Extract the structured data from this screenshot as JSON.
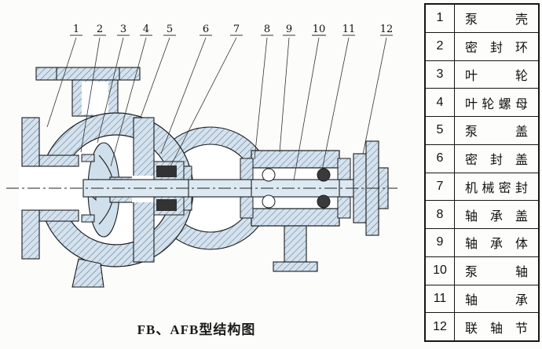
{
  "diagram": {
    "caption": "FB、AFB型结构图",
    "callout_numbers": [
      "1",
      "2",
      "3",
      "4",
      "5",
      "6",
      "7",
      "8",
      "9",
      "10",
      "11",
      "12"
    ]
  },
  "parts_table": {
    "rows": [
      {
        "num": "1",
        "name": "泵壳"
      },
      {
        "num": "2",
        "name": "密封环"
      },
      {
        "num": "3",
        "name": "叶轮"
      },
      {
        "num": "4",
        "name": "叶轮螺母"
      },
      {
        "num": "5",
        "name": "泵盖"
      },
      {
        "num": "6",
        "name": "密封盖"
      },
      {
        "num": "7",
        "name": "机械密封"
      },
      {
        "num": "8",
        "name": "轴承盖"
      },
      {
        "num": "9",
        "name": "轴承体"
      },
      {
        "num": "10",
        "name": "泵轴"
      },
      {
        "num": "11",
        "name": "轴承"
      },
      {
        "num": "12",
        "name": "联轴节"
      }
    ]
  },
  "colors": {
    "section_fill": "#d3e2ee",
    "line": "#1c1c1c",
    "background": "#fcfcfb"
  }
}
